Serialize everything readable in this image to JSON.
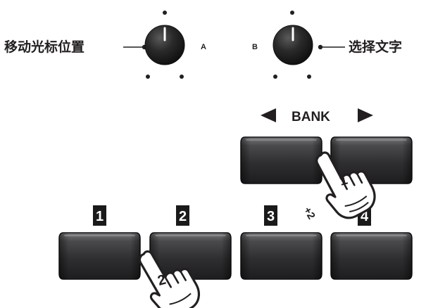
{
  "knob_a": {
    "left_label": "移动光标位置",
    "side_label": "A"
  },
  "knob_b": {
    "right_label": "选择文字",
    "side_label": "B"
  },
  "bank": {
    "label": "BANK"
  },
  "buttons": [
    {
      "number": "1"
    },
    {
      "number": "2"
    },
    {
      "number": "3"
    },
    {
      "number": "4"
    }
  ],
  "gestures": {
    "finger_1": "1",
    "finger_2": "2",
    "combo": "+2"
  },
  "colors": {
    "button_dark": "#2f2f31",
    "button_light": "#6f6f72",
    "knob": "#222222",
    "badge": "#1a1a1a"
  }
}
